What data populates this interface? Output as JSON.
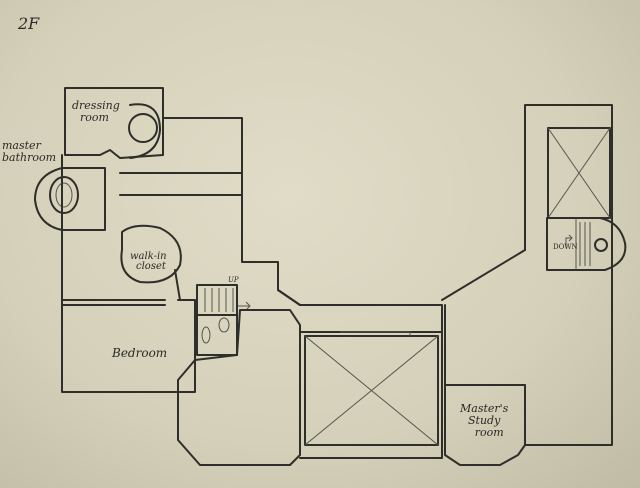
{
  "floor_label": "2F",
  "rooms": {
    "dressing_room": [
      "dressing",
      "room"
    ],
    "master_bathroom": [
      "master",
      "bathroom"
    ],
    "walk_in_closet": [
      "walk-in",
      "closet"
    ],
    "bedroom": "Bedroom",
    "study": [
      "Master's",
      "Study",
      "room"
    ]
  },
  "annotations": {
    "stair_up": "UP",
    "stair_down": "DOWN"
  }
}
